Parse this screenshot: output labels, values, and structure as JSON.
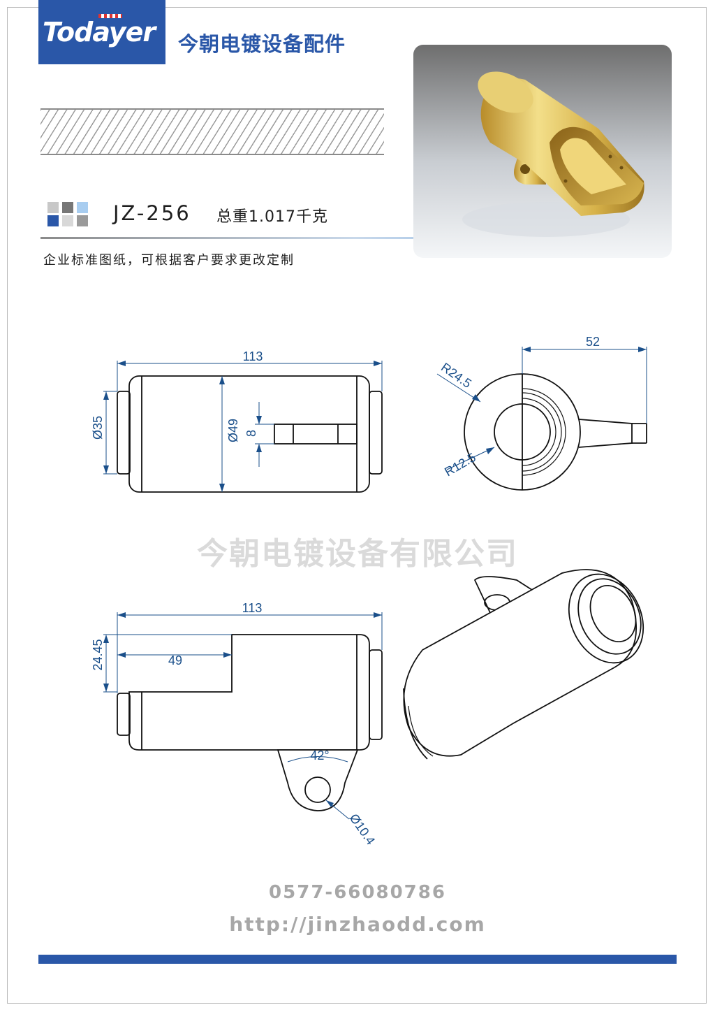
{
  "brand": {
    "logo": "Todayer",
    "company": "今朝电镀设备配件"
  },
  "product": {
    "model": "JZ-256",
    "weight": "总重1.017千克"
  },
  "note": "企业标准图纸，可根据客户要求更改定制",
  "watermark": "今朝电镀设备有限公司",
  "contact": {
    "phone": "0577-66080786",
    "website": "http://jinzhaodd.com"
  },
  "colors": {
    "brand_blue": "#2a57a8",
    "dimension_line": "#1a4f8a",
    "part_gold": "#d7b24a"
  },
  "icons": [
    "checker-flag-icon",
    "color-swatch-icon"
  ],
  "dimensions": {
    "front_length": "113",
    "front_diameter_end": "Ø35",
    "front_diameter_body": "Ø49",
    "slot_width": "8",
    "side_radius_outer": "R24.5",
    "side_radius_inner": "R12.5",
    "side_width": "52",
    "bottom_length": "113",
    "bottom_step_height": "24.45",
    "bottom_step_length": "49",
    "lug_angle": "42°",
    "lug_hole": "Ø10.4"
  }
}
